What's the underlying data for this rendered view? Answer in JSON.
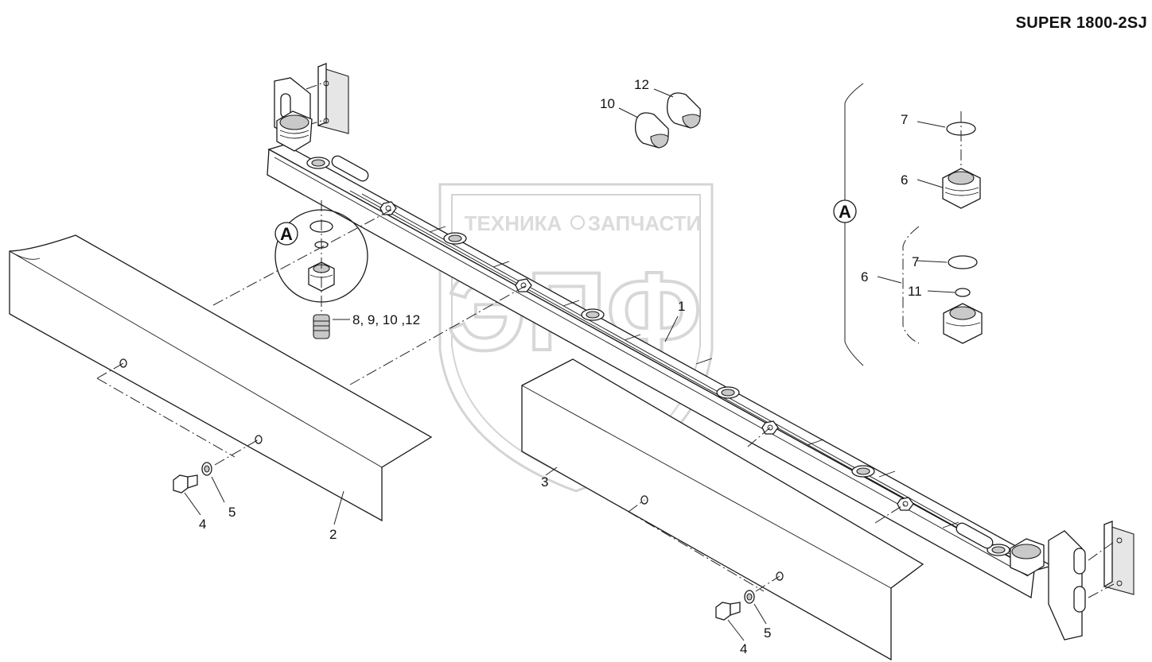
{
  "title": "SUPER 1800-2SJ",
  "watermark": {
    "line1": "ТЕХНИКА",
    "line2": "ЗАПЧАСТИ",
    "logo": "ЭПФ"
  },
  "callouts": {
    "detail_a_left": "A",
    "detail_a_right": "A"
  },
  "labels": {
    "l1": "1",
    "l2": "2",
    "l3": "3",
    "l4a": "4",
    "l4b": "4",
    "l5a": "5",
    "l5b": "5",
    "l6a": "6",
    "l6b": "6",
    "l7a": "7",
    "l7b": "7",
    "l8": "8,  9,  10 ,12",
    "l10": "10",
    "l11": "11",
    "l12": "12"
  },
  "colors": {
    "line": "#1a1a1a",
    "shade": "#c9c9c9",
    "watermark": "#d8d8d8"
  }
}
